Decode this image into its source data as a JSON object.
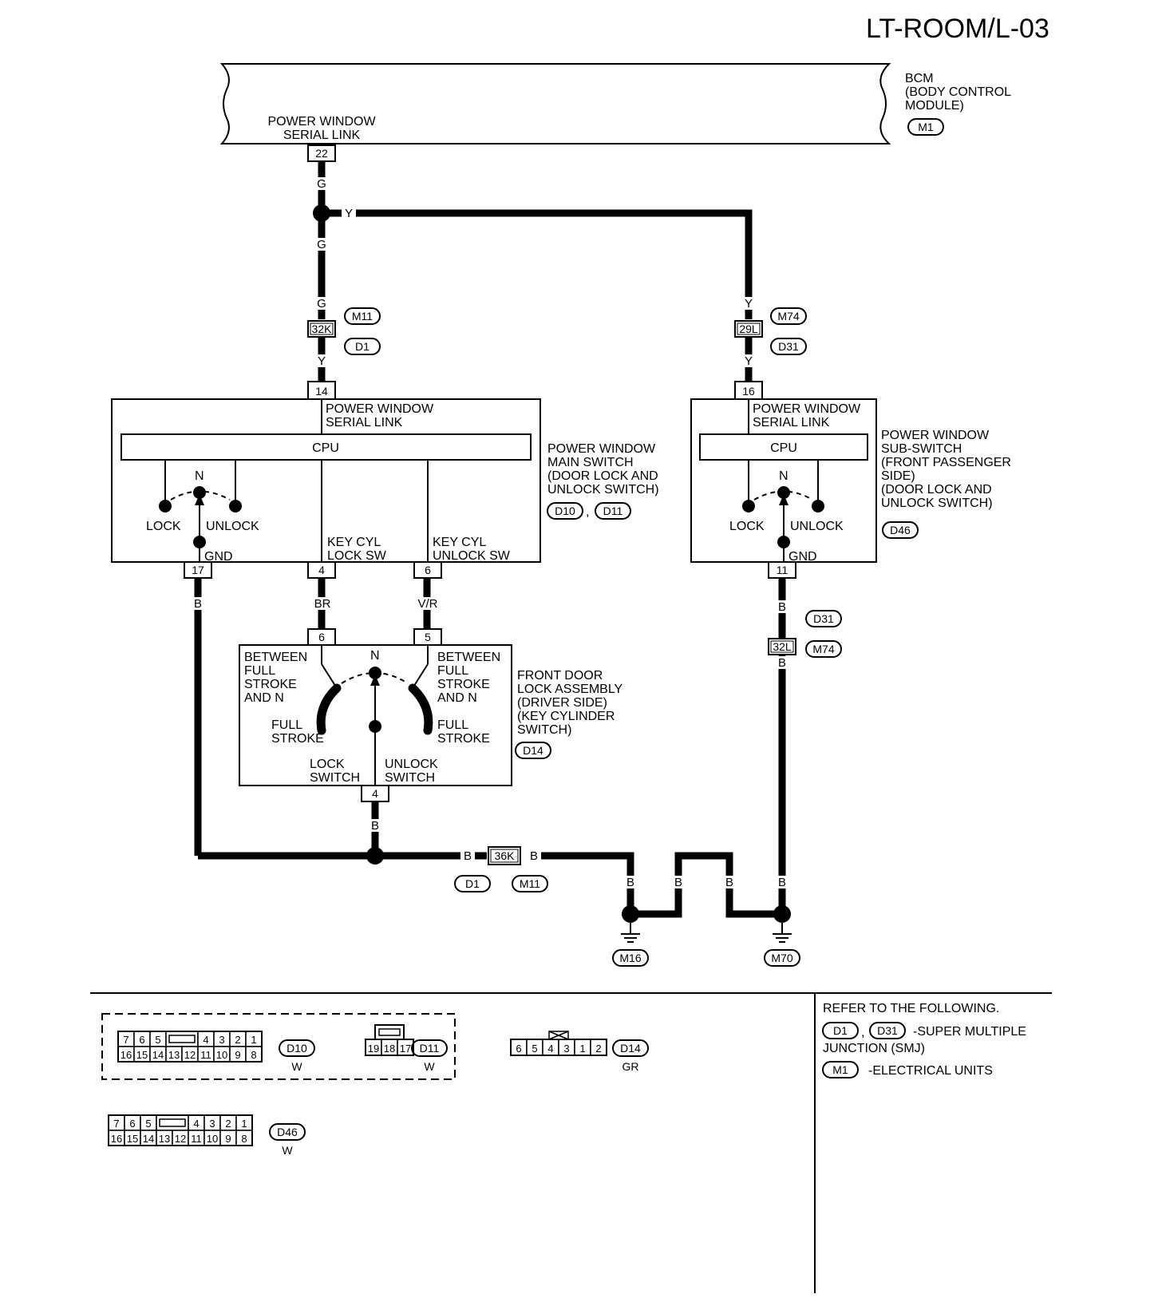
{
  "page_title": "LT-ROOM/L-03",
  "bcm": {
    "name_lines": [
      "BCM",
      "(BODY CONTROL",
      "MODULE)"
    ],
    "connector": "M1",
    "pin_label_lines": [
      "POWER WINDOW",
      "SERIAL LINK"
    ],
    "pin": "22"
  },
  "wires": {
    "g": "G",
    "y": "Y",
    "b": "B",
    "br": "BR",
    "vr": "V/R"
  },
  "junction_left": {
    "terminal": "32K",
    "conn_top": "M11",
    "conn_bottom": "D1"
  },
  "junction_right": {
    "terminal": "29L",
    "conn_top": "M74",
    "conn_bottom": "D31"
  },
  "main_switch": {
    "label_lines": [
      "POWER WINDOW",
      "MAIN SWITCH",
      "(DOOR LOCK AND",
      " UNLOCK SWITCH)"
    ],
    "connectors": [
      "D10",
      "D11"
    ],
    "serial_lines": [
      "POWER WINDOW",
      "SERIAL LINK"
    ],
    "cpu": "CPU",
    "n": "N",
    "lock": "LOCK",
    "unlock": "UNLOCK",
    "gnd": "GND",
    "key_lock_lines": [
      "KEY CYL",
      "LOCK SW"
    ],
    "key_unlock_lines": [
      "KEY CYL",
      "UNLOCK SW"
    ],
    "pin_top": "14",
    "pin_gnd": "17",
    "pin_lock": "4",
    "pin_unlock": "6"
  },
  "sub_switch": {
    "label_lines": [
      "POWER WINDOW",
      "SUB-SWITCH",
      "(FRONT PASSENGER",
      " SIDE)",
      "(DOOR LOCK AND",
      " UNLOCK SWITCH)"
    ],
    "connector": "D46",
    "serial_lines": [
      "POWER WINDOW",
      "SERIAL LINK"
    ],
    "cpu": "CPU",
    "n": "N",
    "lock": "LOCK",
    "unlock": "UNLOCK",
    "gnd": "GND",
    "pin_top": "16",
    "pin_gnd": "11"
  },
  "right_ground_junction": {
    "terminal": "32L",
    "conn_top": "D31",
    "conn_bottom": "M74"
  },
  "door_lock": {
    "label_lines": [
      "FRONT DOOR",
      "LOCK ASSEMBLY",
      "(DRIVER SIDE)",
      "(KEY CYLINDER",
      " SWITCH)"
    ],
    "connector": "D14",
    "between_left_lines": [
      "BETWEEN",
      "FULL",
      "STROKE",
      "AND N"
    ],
    "between_right_lines": [
      "BETWEEN",
      "FULL",
      "STROKE",
      "AND N"
    ],
    "full_left_lines": [
      "FULL",
      "STROKE"
    ],
    "full_right_lines": [
      "FULL",
      "STROKE"
    ],
    "n": "N",
    "lock_switch_lines": [
      "LOCK",
      "SWITCH"
    ],
    "unlock_switch_lines": [
      "UNLOCK",
      "SWITCH"
    ],
    "pin_left": "6",
    "pin_right": "5",
    "pin_bottom": "4"
  },
  "bottom_junction": {
    "terminal": "36K",
    "conn_left": "D1",
    "conn_right": "M11"
  },
  "grounds": [
    "M16",
    "M70"
  ],
  "connector_views": {
    "d10": {
      "id": "D10",
      "color": "W",
      "top": [
        "7",
        "6",
        "5",
        "4",
        "3",
        "2",
        "1"
      ],
      "bottom": [
        "16",
        "15",
        "14",
        "13",
        "12",
        "11",
        "10",
        "9",
        "8"
      ]
    },
    "d11": {
      "id": "D11",
      "color": "W",
      "pins": [
        "19",
        "18",
        "17"
      ]
    },
    "d14": {
      "id": "D14",
      "color": "GR",
      "pins": [
        "6",
        "5",
        "4",
        "3",
        "1",
        "2"
      ]
    },
    "d46": {
      "id": "D46",
      "color": "W",
      "top": [
        "7",
        "6",
        "5",
        "4",
        "3",
        "2",
        "1"
      ],
      "bottom": [
        "16",
        "15",
        "14",
        "13",
        "12",
        "11",
        "10",
        "9",
        "8"
      ]
    }
  },
  "reference": {
    "heading": "REFER TO THE FOLLOWING.",
    "smj_conns": [
      "D1",
      "D31"
    ],
    "smj_text": "-SUPER MULTIPLE",
    "smj_text2": "JUNCTION (SMJ)",
    "eu_conn": "M1",
    "eu_text": "-ELECTRICAL UNITS"
  }
}
